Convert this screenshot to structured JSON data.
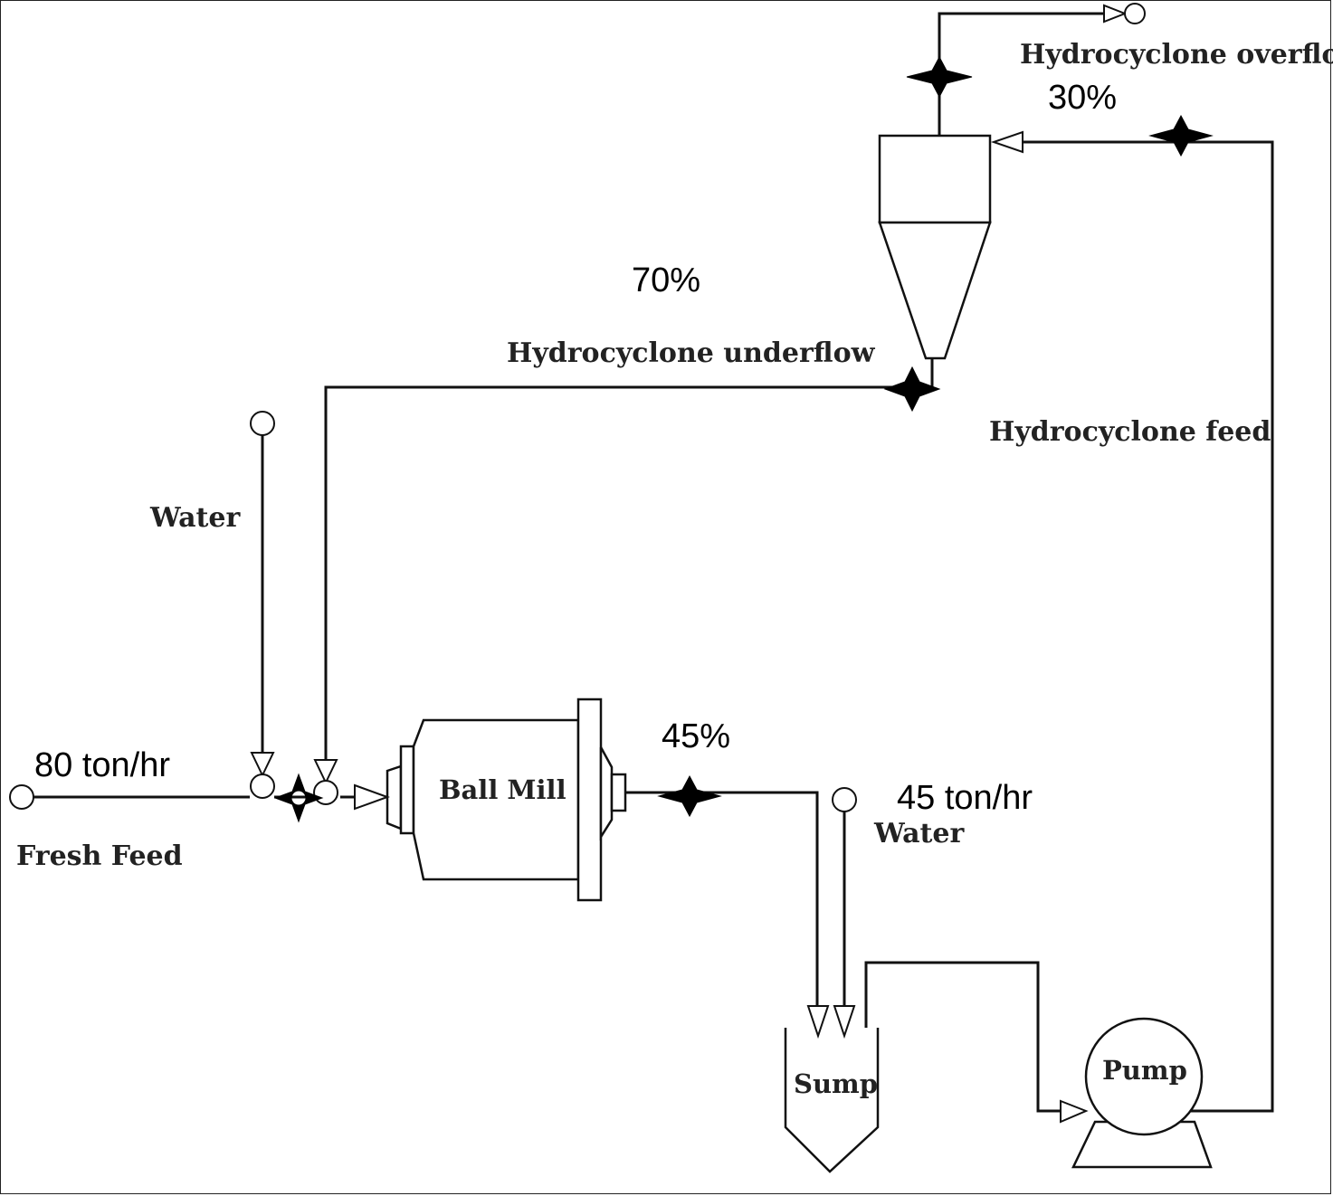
{
  "labels": {
    "fresh_feed": "Fresh Feed",
    "fresh_feed_rate": "80 ton/hr",
    "water_mill": "Water",
    "water_sump": "Water",
    "water_sump_rate": "45 ton/hr",
    "mill_discharge_percent": "45%",
    "underflow": "Hydrocyclone underflow",
    "underflow_percent": "70%",
    "overflow": "Hydrocyclone overflow",
    "overflow_percent": "30%",
    "cyclone_feed": "Hydrocyclone feed"
  },
  "equipment": {
    "ball_mill": "Ball Mill",
    "sump": "Sump",
    "pump": "Pump"
  }
}
